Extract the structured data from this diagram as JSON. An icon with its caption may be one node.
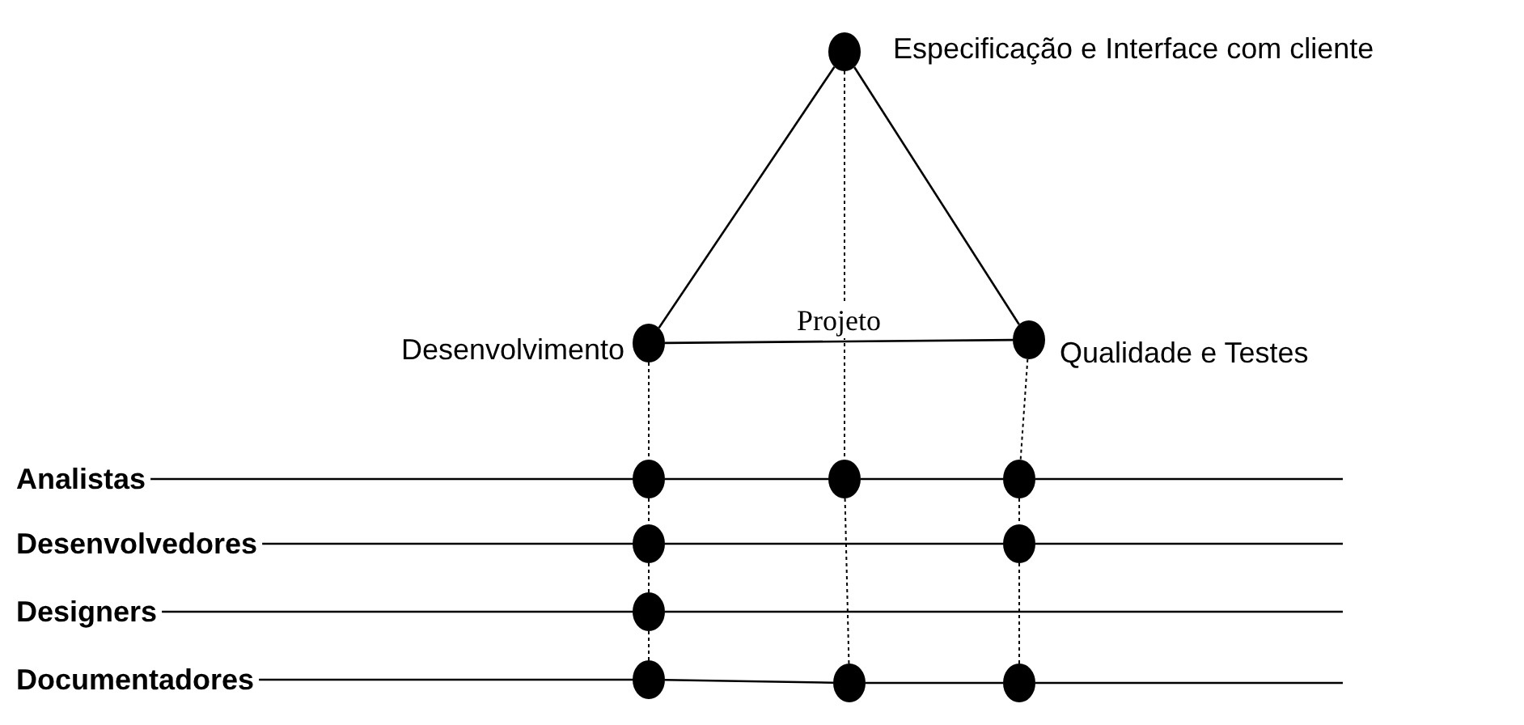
{
  "diagram": {
    "nodes": [
      {
        "text": [],
        "shape": "circle",
        "beside": [
          "Especificação e Interface com cliente"
        ]
      },
      {
        "text": [],
        "shape": "circle",
        "beside": [
          "Desenvolvimento"
        ]
      },
      {
        "text": [],
        "shape": "circle",
        "beside": [
          "Qualidade e Testes"
        ]
      },
      {
        "text": [
          "Analistas"
        ]
      },
      {
        "text": [
          "Desenvolvedores"
        ]
      },
      {
        "text": [
          "Designers"
        ]
      },
      {
        "text": [
          "Documentadores"
        ]
      },
      {
        "text": [],
        "shape": "circle"
      },
      {
        "text": [],
        "shape": "circle"
      },
      {
        "text": [],
        "shape": "circle"
      },
      {
        "text": [],
        "shape": "circle"
      },
      {
        "text": [],
        "shape": "circle"
      },
      {
        "text": [],
        "shape": "circle"
      },
      {
        "text": [],
        "shape": "circle"
      },
      {
        "text": [],
        "shape": "circle"
      },
      {
        "text": [],
        "shape": "circle"
      }
    ],
    "edges": [
      {
        "from": 0,
        "to": 1,
        "arrow": "none"
      },
      {
        "from": 0,
        "to": 2,
        "arrow": "none"
      },
      {
        "from": 1,
        "to": 2,
        "arrow": "none",
        "label": "Projeto"
      },
      {
        "from": 3,
        "to": 7,
        "arrow": "none"
      },
      {
        "from": 7,
        "to": 8,
        "arrow": "none"
      },
      {
        "from": 8,
        "to": 9,
        "arrow": "none"
      },
      {
        "from": 9,
        "to": null,
        "arrow": "none"
      },
      {
        "from": 4,
        "to": 10,
        "arrow": "none"
      },
      {
        "from": 10,
        "to": 11,
        "arrow": "none"
      },
      {
        "from": 11,
        "to": null,
        "arrow": "none"
      },
      {
        "from": 5,
        "to": 12,
        "arrow": "none"
      },
      {
        "from": 12,
        "to": null,
        "arrow": "none"
      },
      {
        "from": 6,
        "to": 13,
        "arrow": "none"
      },
      {
        "from": 13,
        "to": 14,
        "arrow": "none"
      },
      {
        "from": 14,
        "to": 15,
        "arrow": "none"
      },
      {
        "from": 15,
        "to": null,
        "arrow": "none"
      },
      {
        "from": 1,
        "to": 7,
        "arrow": "none",
        "style": "dashed"
      },
      {
        "from": 7,
        "to": 10,
        "arrow": "none",
        "style": "dashed"
      },
      {
        "from": 10,
        "to": 12,
        "arrow": "none",
        "style": "dashed"
      },
      {
        "from": 12,
        "to": 13,
        "arrow": "none",
        "style": "dashed"
      },
      {
        "from": 0,
        "to": 8,
        "arrow": "none",
        "style": "dashed"
      },
      {
        "from": 8,
        "to": 14,
        "arrow": "none",
        "style": "dashed"
      },
      {
        "from": 2,
        "to": 9,
        "arrow": "none",
        "style": "dashed"
      },
      {
        "from": 9,
        "to": 11,
        "arrow": "none",
        "style": "dashed"
      },
      {
        "from": 11,
        "to": 15,
        "arrow": "none",
        "style": "dashed"
      }
    ]
  }
}
